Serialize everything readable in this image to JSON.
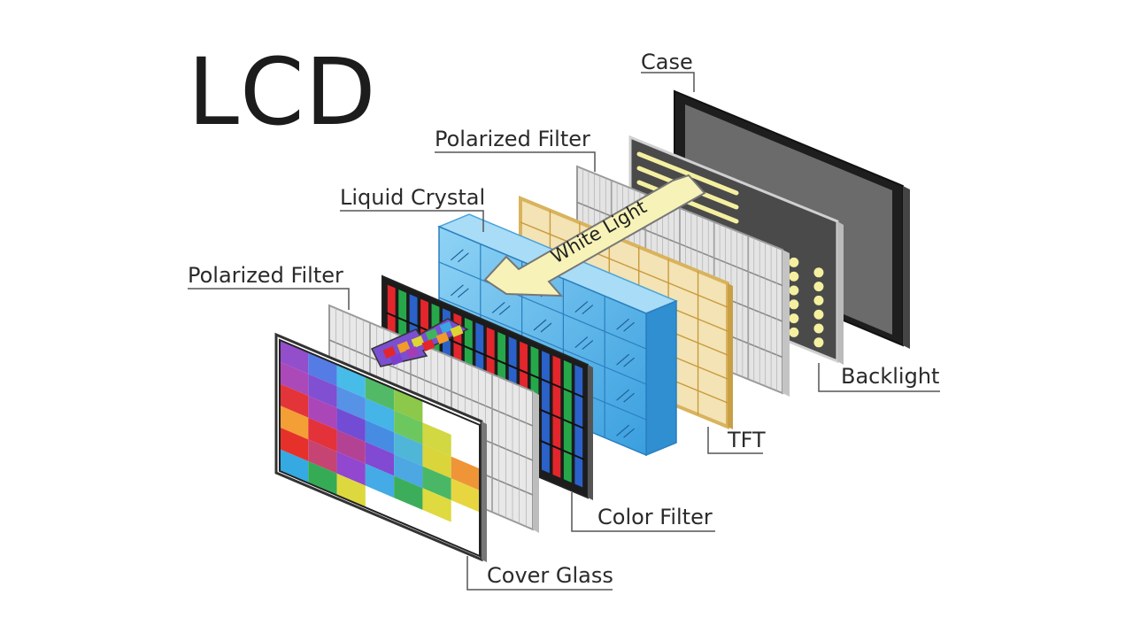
{
  "title": "LCD",
  "arrow_text": "White Light",
  "labels": {
    "case": "Case",
    "polarized_filter_back": "Polarized Filter",
    "liquid_crystal": "Liquid Crystal",
    "polarized_filter_front": "Polarized Filter",
    "backlight": "Backlight",
    "tft": "TFT",
    "color_filter": "Color Filter",
    "cover_glass": "Cover Glass"
  },
  "colors": {
    "case_screen": "#6b6b6b",
    "case_frame": "#1e1e1e",
    "backlight_panel": "#4a4a4a",
    "backlight_led": "#f5f0a0",
    "filter_grey": "#e4e4e4",
    "tft_gold": "#d9b35c",
    "liquid_crystal_blue": "#4fb3ea",
    "arrow_fill": "#f7f3b8",
    "color_filter_red": "#e3262b",
    "color_filter_green": "#26a84a",
    "color_filter_blue": "#2a62c9"
  },
  "cover_glass_colors": [
    [
      "#8d45c9",
      "#4c74e4",
      "#3eb8e8",
      "#49b65e",
      "#86c640"
    ],
    [
      "#a73fb4",
      "#7a46cf",
      "#4d8ce4",
      "#3bb0e6",
      "#64c456",
      "#cfd637"
    ],
    [
      "#e22a2e",
      "#a63cb5",
      "#6a42d2",
      "#3c86e2",
      "#47b2d5",
      "#d8d32f",
      "#ee8f2c"
    ],
    [
      "#f29a2a",
      "#e2272f",
      "#b0388e",
      "#7b3fd0",
      "#42a2e0",
      "#3fb35e",
      "#e6d436"
    ],
    [
      "#e5261f",
      "#c33a6b",
      "#8b3dcc",
      "#3aa6e5",
      "#31aa52",
      "#dcd835"
    ],
    [
      "#2aa4e0",
      "#2ba64c",
      "#dcd635"
    ]
  ]
}
